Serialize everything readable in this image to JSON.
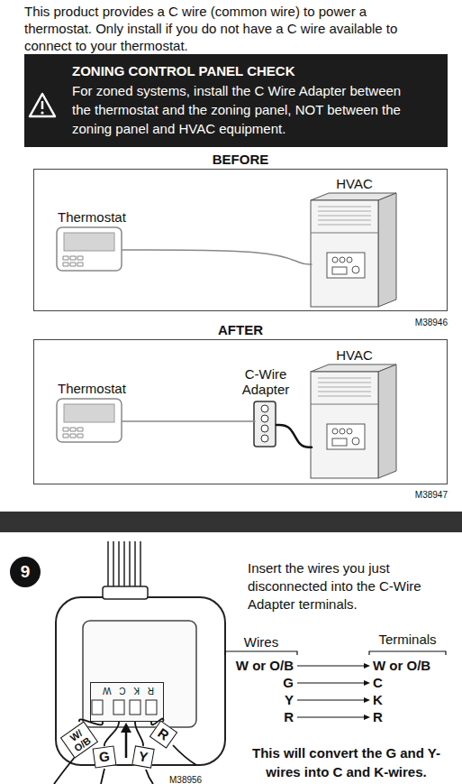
{
  "diagram": {
    "nodes": [
      {
        "text": [
          "ZONING CONTROL PANEL CHECK",
          "For zoned systems, install the C Wire Adapter between the thermostat and the zoning panel, NOT between the zoning panel and HVAC equipment."
        ]
      },
      {
        "text": [
          "BEFORE"
        ]
      },
      {
        "text": [
          "Thermostat"
        ],
        "in": 1
      },
      {
        "text": [
          "HVAC"
        ],
        "in": 1
      },
      {
        "text": [
          "AFTER"
        ]
      },
      {
        "text": [
          "Thermostat"
        ],
        "in": 4
      },
      {
        "text": [
          "C-Wire Adapter"
        ],
        "in": 4
      },
      {
        "text": [
          "HVAC"
        ],
        "in": 4
      },
      {
        "text": [
          "9"
        ]
      },
      {
        "text": [
          "R K C W"
        ]
      },
      {
        "text": [
          "W/ O/B"
        ]
      },
      {
        "text": [
          "G"
        ]
      },
      {
        "text": [
          "Y"
        ]
      },
      {
        "text": [
          "R"
        ]
      }
    ],
    "edges": [
      {
        "from": 2,
        "to": 3,
        "arrow": "none"
      },
      {
        "from": 5,
        "to": 6,
        "arrow": "none"
      },
      {
        "from": 6,
        "to": 7,
        "arrow": "none"
      },
      {
        "from": 9,
        "to": 10,
        "arrow": "none"
      },
      {
        "from": 9,
        "to": 11,
        "arrow": "none"
      },
      {
        "from": 9,
        "to": 12,
        "arrow": "none"
      },
      {
        "from": 9,
        "to": 13,
        "arrow": "none"
      }
    ],
    "labels": [
      "This product provides a C wire (common wire) to power a thermostat. Only install if you do not have a C wire available to connect to your thermostat.",
      "M38946",
      "M38947",
      "Insert the wires you just disconnected into the C-Wire Adapter terminals.",
      "Wires",
      "Terminals",
      "W or O/B",
      "G",
      "Y",
      "R",
      "W or O/B",
      "C",
      "K",
      "R",
      "This will convert the G and Y-wires into C and K-wires.",
      "M38956"
    ]
  }
}
